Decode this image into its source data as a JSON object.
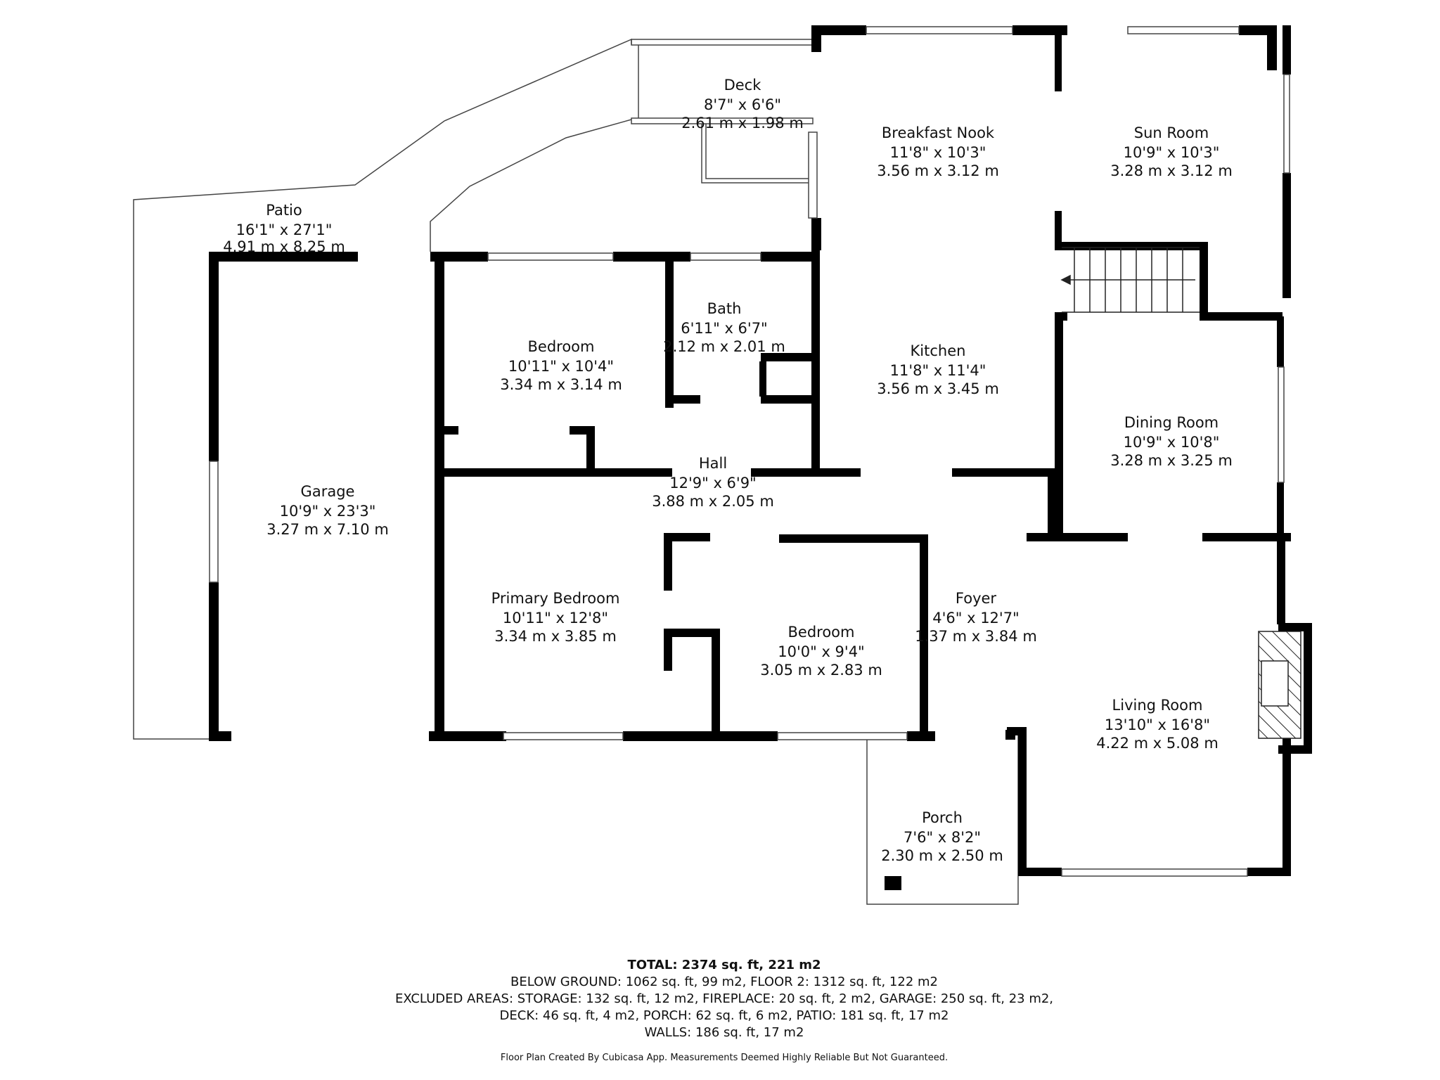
{
  "rooms": {
    "deck": {
      "name": "Deck",
      "imperial": "8'7\" x 6'6\"",
      "metric": "2.61 m x 1.98 m"
    },
    "breakfast_nook": {
      "name": "Breakfast Nook",
      "imperial": "11'8\" x 10'3\"",
      "metric": "3.56 m x 3.12 m"
    },
    "sun_room": {
      "name": "Sun Room",
      "imperial": "10'9\" x 10'3\"",
      "metric": "3.28 m x 3.12 m"
    },
    "patio": {
      "name": "Patio",
      "imperial": "16'1\" x 27'1\"",
      "metric": "4.91 m x 8.25 m"
    },
    "bedroom_1": {
      "name": "Bedroom",
      "imperial": "10'11\" x 10'4\"",
      "metric": "3.34 m x 3.14 m"
    },
    "bath": {
      "name": "Bath",
      "imperial": "6'11\" x 6'7\"",
      "metric": "2.12 m x 2.01 m"
    },
    "kitchen": {
      "name": "Kitchen",
      "imperial": "11'8\" x 11'4\"",
      "metric": "3.56 m x 3.45 m"
    },
    "dining_room": {
      "name": "Dining Room",
      "imperial": "10'9\" x 10'8\"",
      "metric": "3.28 m x 3.25 m"
    },
    "garage": {
      "name": "Garage",
      "imperial": "10'9\" x 23'3\"",
      "metric": "3.27 m x 7.10 m"
    },
    "hall": {
      "name": "Hall",
      "imperial": "12'9\" x 6'9\"",
      "metric": "3.88 m x 2.05 m"
    },
    "primary_bedroom": {
      "name": "Primary Bedroom",
      "imperial": "10'11\" x 12'8\"",
      "metric": "3.34 m x 3.85 m"
    },
    "foyer": {
      "name": "Foyer",
      "imperial": "4'6\" x 12'7\"",
      "metric": "1.37 m x 3.84 m"
    },
    "bedroom_2": {
      "name": "Bedroom",
      "imperial": "10'0\" x 9'4\"",
      "metric": "3.05 m x 2.83 m"
    },
    "living_room": {
      "name": "Living Room",
      "imperial": "13'10\" x 16'8\"",
      "metric": "4.22 m x 5.08 m"
    },
    "porch": {
      "name": "Porch",
      "imperial": "7'6\" x 8'2\"",
      "metric": "2.30 m x 2.50 m"
    }
  },
  "summary": {
    "total": "TOTAL: 2374 sq. ft, 221 m2",
    "line1": "BELOW GROUND: 1062 sq. ft, 99 m2, FLOOR 2: 1312 sq. ft, 122 m2",
    "line2": "EXCLUDED AREAS: STORAGE: 132 sq. ft, 12 m2, FIREPLACE: 20 sq. ft, 2 m2, GARAGE: 250 sq. ft, 23 m2,",
    "line3": "DECK: 46 sq. ft, 4 m2, PORCH: 62 sq. ft, 6 m2, PATIO: 181 sq. ft, 17 m2",
    "line4": "WALLS: 186 sq. ft, 17 m2"
  },
  "credit": "Floor Plan Created By Cubicasa App. Measurements Deemed Highly Reliable But Not Guaranteed."
}
